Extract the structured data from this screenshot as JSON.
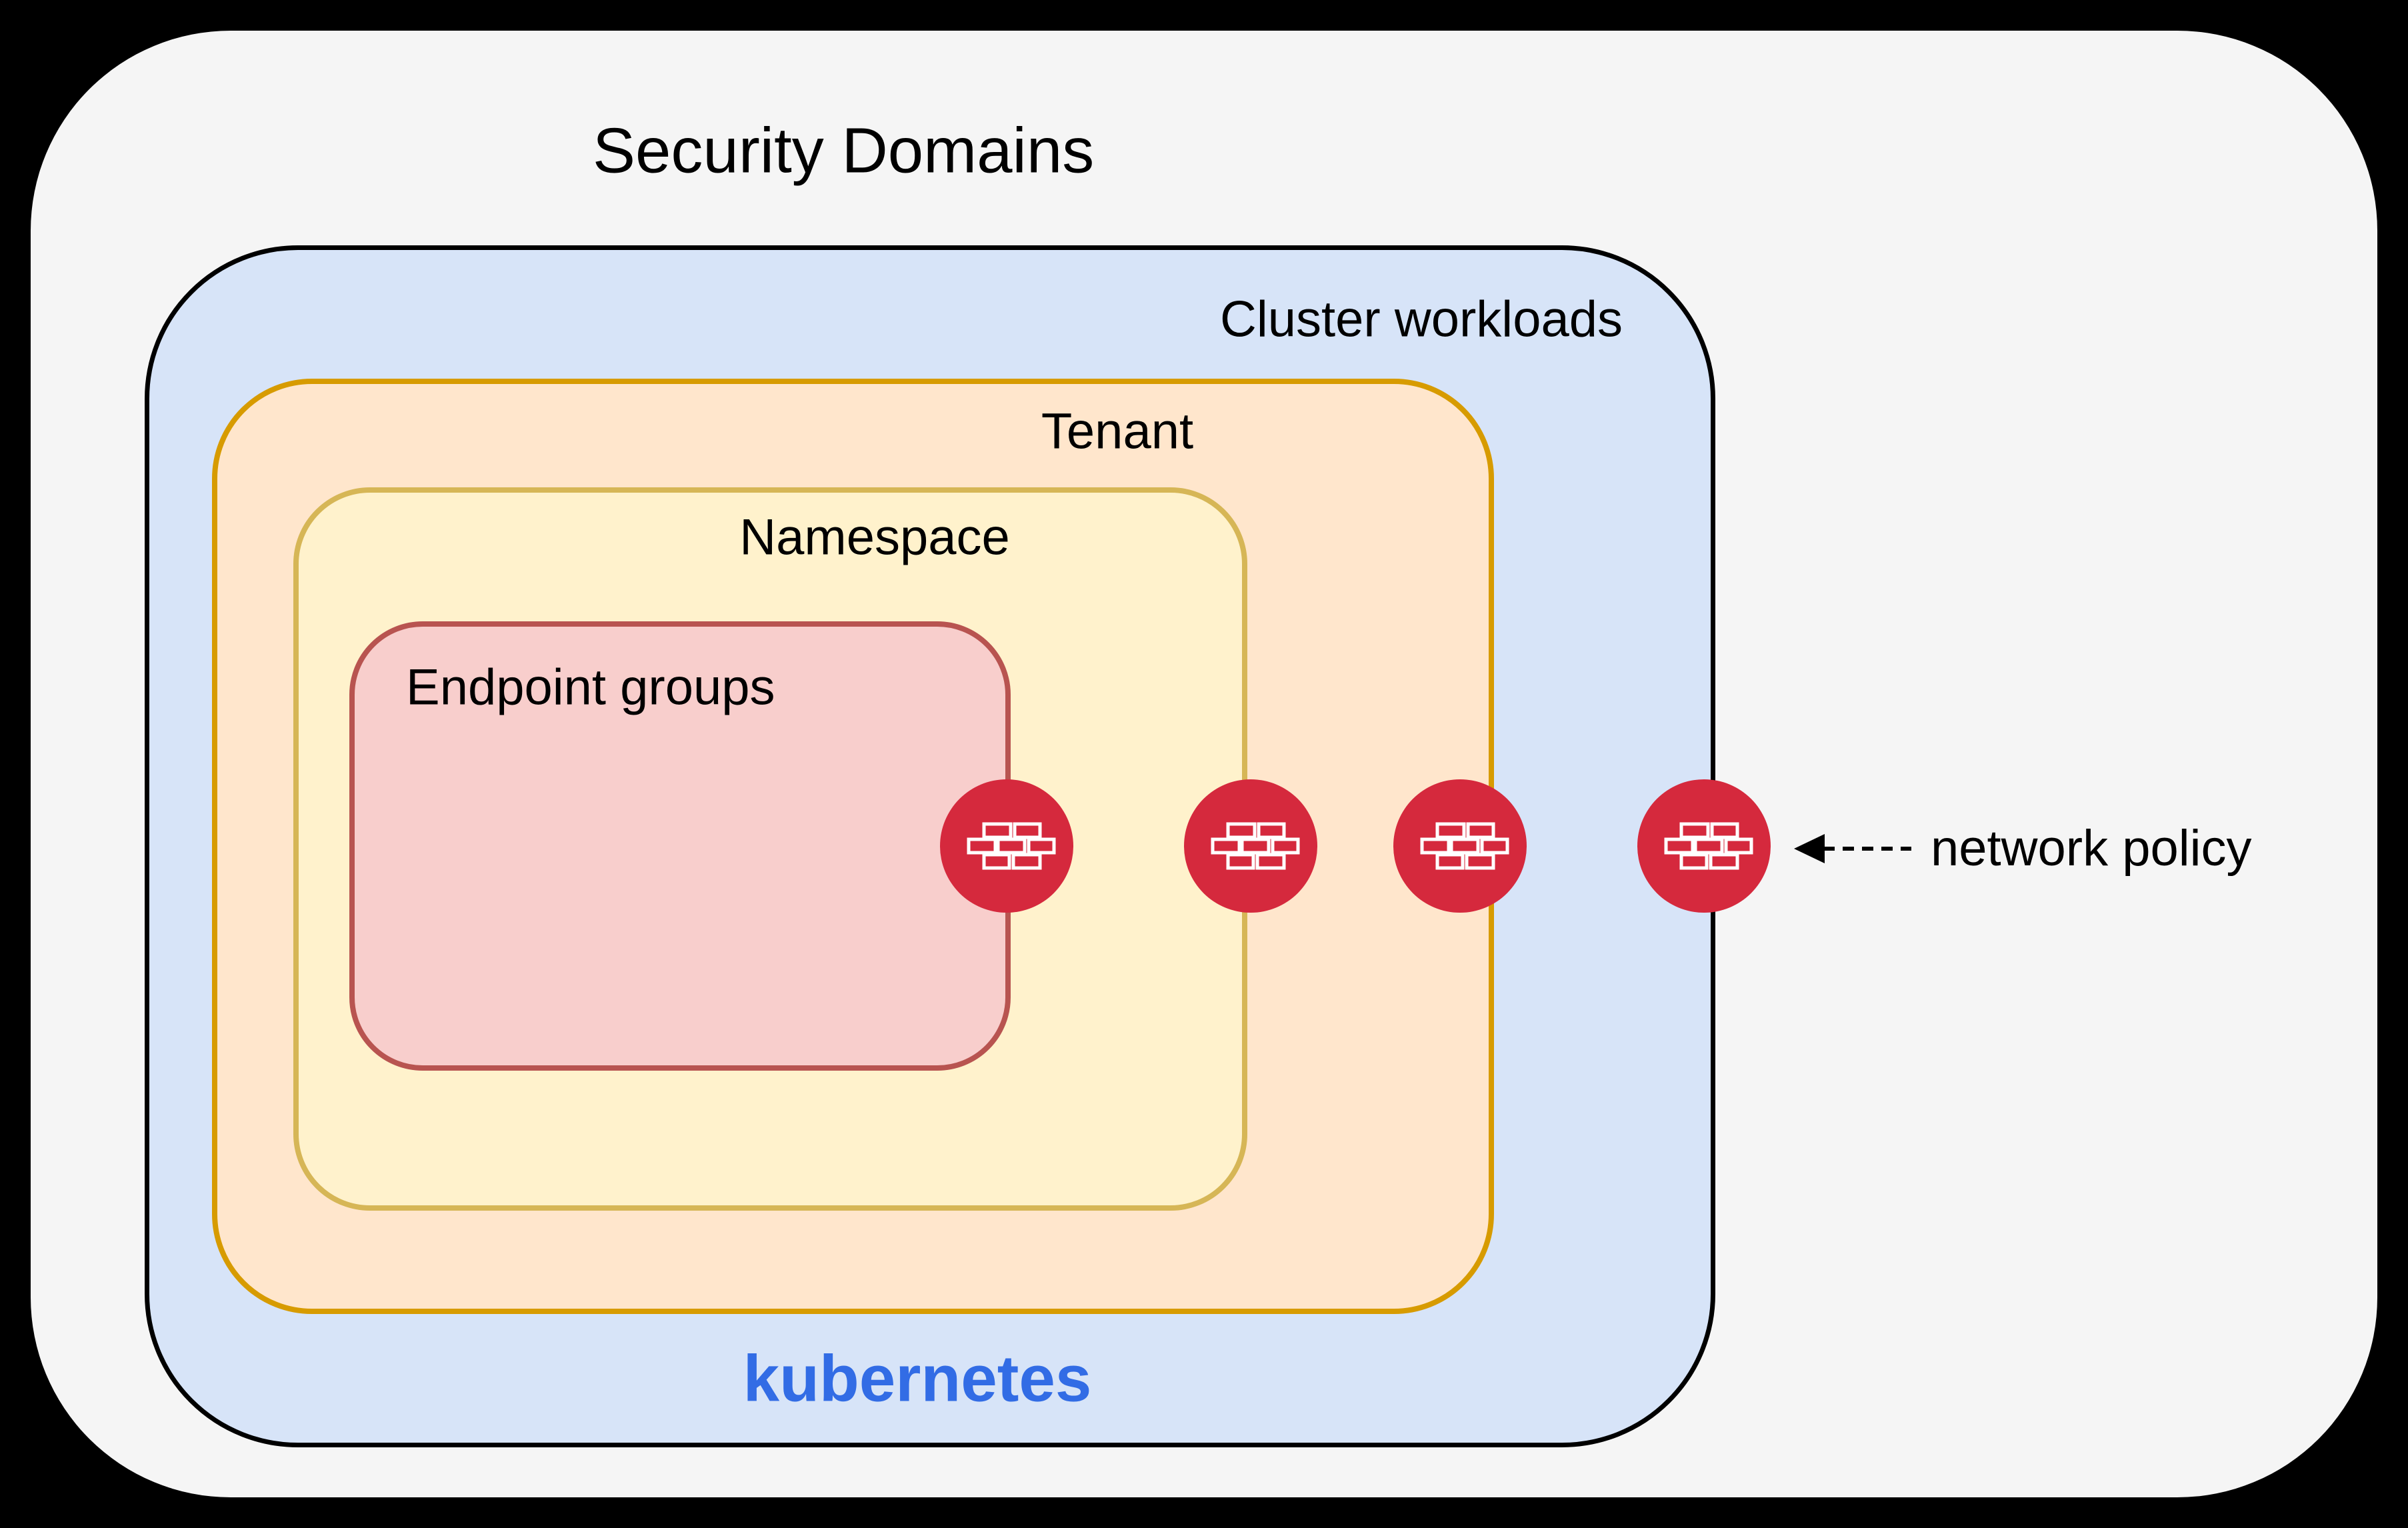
{
  "title": "Security Domains",
  "canvas": {
    "background": "#000000",
    "surface": "#f5f5f5"
  },
  "diagram": {
    "domains": [
      {
        "id": "cluster-workloads",
        "label": "Cluster workloads",
        "fill": "#d7e4f8",
        "border": "#000000",
        "footer_label": "kubernetes",
        "footer_color": "#326ce5"
      },
      {
        "id": "tenant",
        "label": "Tenant",
        "fill": "#ffe6cc",
        "border": "#d79b00"
      },
      {
        "id": "namespace",
        "label": "Namespace",
        "fill": "#fff2cc",
        "border": "#d6b656"
      },
      {
        "id": "endpoint-groups",
        "label": "Endpoint groups",
        "fill": "#f8cecc",
        "border": "#b85450"
      }
    ],
    "firewalls": {
      "icon": "firewall-icon",
      "color": "#d5293d",
      "count": 4,
      "placement": "one on the right border of each nested domain"
    },
    "annotation": {
      "label": "network policy",
      "arrow_style": "dashed",
      "arrow_direction": "left",
      "points_to": "outermost firewall icon"
    }
  }
}
